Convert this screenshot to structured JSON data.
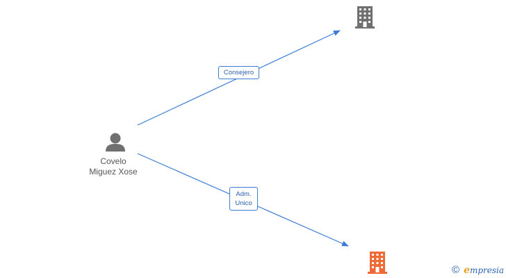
{
  "person": {
    "name_line1": "Covelo",
    "name_line2": "Miguez Xose",
    "icon": "person-icon"
  },
  "companies": [
    {
      "icon": "building-icon",
      "color": "#707070"
    },
    {
      "icon": "building-icon",
      "color": "#f06a35"
    }
  ],
  "edges": [
    {
      "label": "Consejero"
    },
    {
      "label_line1": "Adm.",
      "label_line2": "Unico"
    }
  ],
  "colors": {
    "edge": "#3a7bd5",
    "person": "#707070"
  },
  "watermark": {
    "symbol": "©",
    "brand_initial": "e",
    "brand_rest": "mpresia"
  }
}
